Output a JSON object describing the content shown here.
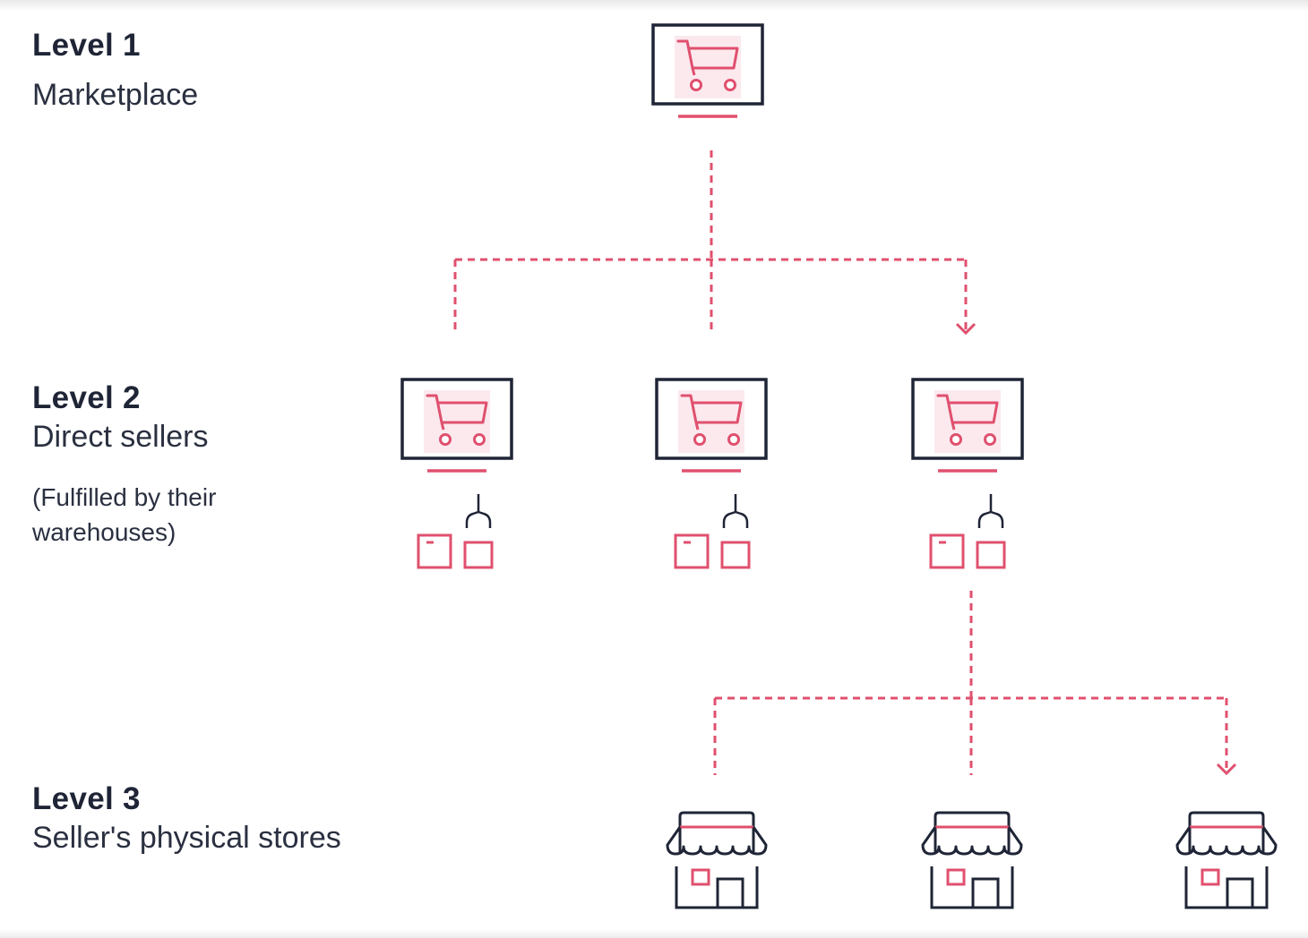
{
  "levels": [
    {
      "title": "Level 1",
      "subtitle": "Marketplace",
      "note": ""
    },
    {
      "title": "Level 2",
      "subtitle": "Direct sellers",
      "note_line1": "(Fulfilled by their",
      "note_line2": "warehouses)"
    },
    {
      "title": "Level 3",
      "subtitle": "Seller's physical stores"
    }
  ],
  "icons": {
    "marketplace": "shopping-cart-monitor-icon",
    "sellers": [
      "shopping-cart-monitor-icon",
      "shopping-cart-monitor-icon",
      "shopping-cart-monitor-icon"
    ],
    "warehouses": [
      "warehouse-boxes-icon",
      "warehouse-boxes-icon",
      "warehouse-boxes-icon"
    ],
    "stores": [
      "storefront-icon",
      "storefront-icon",
      "storefront-icon"
    ]
  },
  "colors": {
    "accent": "#e0506e",
    "accent_light": "#fbe9ee",
    "dark": "#1f2536",
    "text": "#2a3040"
  }
}
